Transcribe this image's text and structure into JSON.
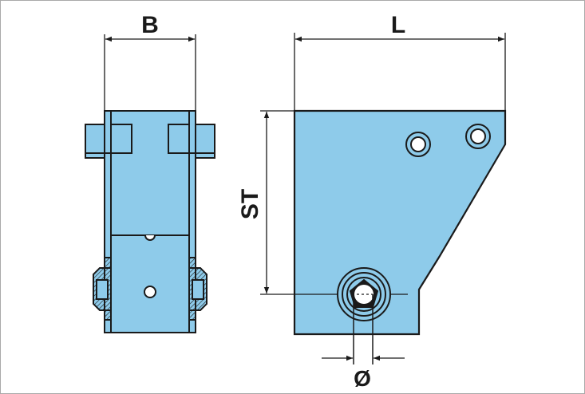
{
  "labels": {
    "width": "B",
    "length": "L",
    "stroke": "ST",
    "diameter": "Ø"
  },
  "colors": {
    "fill": "#8ecbea",
    "line": "#1a1a1a"
  }
}
